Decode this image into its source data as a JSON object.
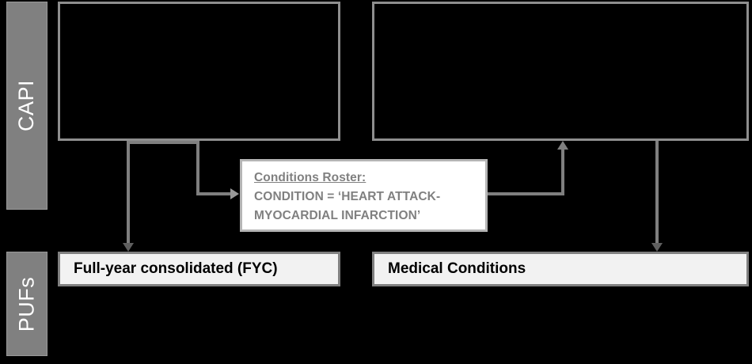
{
  "diagram": {
    "bands": [
      {
        "id": "capi",
        "label": "CAPI"
      },
      {
        "id": "pufs",
        "label": "PUFs"
      }
    ],
    "panels": [
      {
        "id": "panel-left",
        "label": ""
      },
      {
        "id": "panel-right",
        "label": ""
      }
    ],
    "roster": {
      "title": "Conditions Roster:",
      "line1": "CONDITION = ‘HEART ATTACK-",
      "line2": "MYOCARDIAL INFARCTION’"
    },
    "pufs": [
      {
        "id": "fyc",
        "label": "Full-year consolidated (FYC)"
      },
      {
        "id": "medical-conditions",
        "label": "Medical Conditions"
      }
    ],
    "colors": {
      "background": "#000000",
      "band_fill": "#808080",
      "band_text": "#ffffff",
      "panel_border": "#8e8e8e",
      "roster_fill": "#ffffff",
      "roster_border": "#b5b5b5",
      "roster_text": "#808080",
      "puf_fill": "#f2f2f2",
      "puf_border": "#808080",
      "puf_text": "#000000",
      "connector": "#7f7f7f"
    }
  }
}
